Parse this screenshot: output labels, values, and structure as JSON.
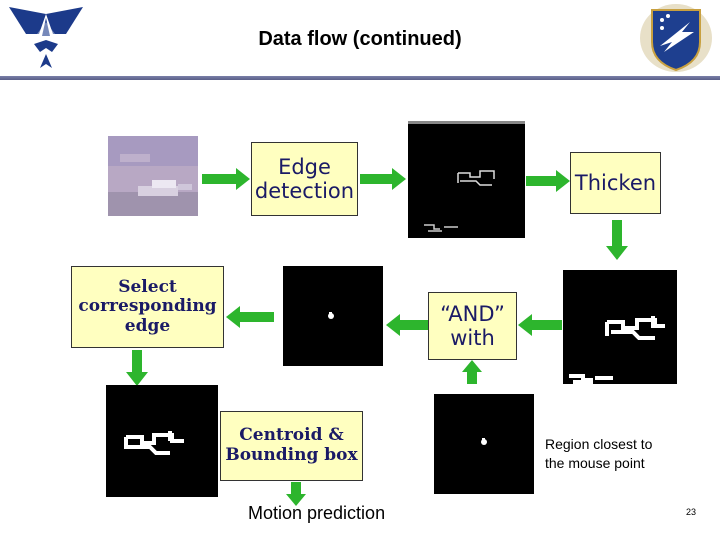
{
  "slide": {
    "title": "Data flow (continued)",
    "page_number": "23"
  },
  "logos": {
    "left": "air-force-wings-logo",
    "right": "air-force-command-shield-logo"
  },
  "boxes": {
    "edge_detection": "Edge detection",
    "thicken": "Thicken",
    "select_edge": "Select corresponding edge",
    "and_with": "“AND” with",
    "centroid": "Centroid & Bounding box"
  },
  "captions": {
    "motion_prediction": "Motion prediction",
    "region_closest": "Region closest to the mouse point"
  },
  "colors": {
    "arrow_green": "#2db52d",
    "box_fill": "#ffffc0",
    "box_text": "#1a1a66"
  }
}
